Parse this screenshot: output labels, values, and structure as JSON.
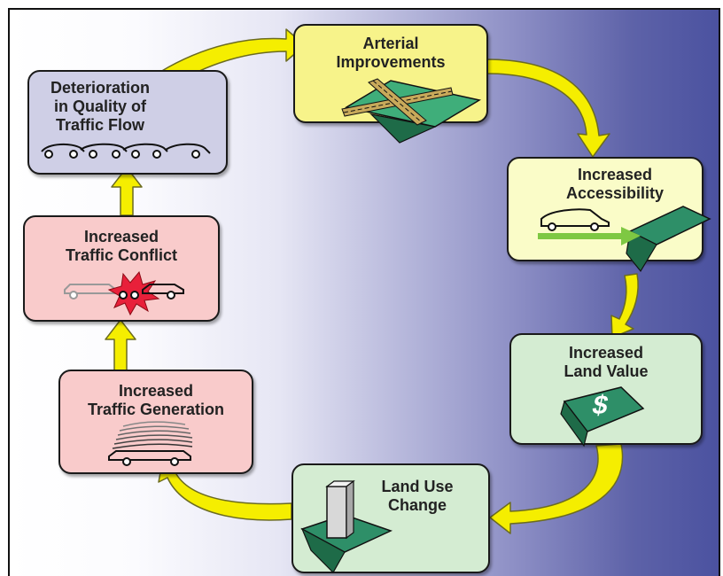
{
  "nodes": {
    "arterial": {
      "label1": "Arterial",
      "label2": "Improvements",
      "color": "#f7f38a"
    },
    "accessibility": {
      "label1": "Increased",
      "label2": "Accessibility",
      "color": "#fafcc8"
    },
    "land_value": {
      "label1": "Increased",
      "label2": "Land Value",
      "color": "#d4ecd2",
      "symbol": "$"
    },
    "land_use": {
      "label1": "Land Use",
      "label2": "Change",
      "color": "#d4ecd2"
    },
    "generation": {
      "label1": "Increased",
      "label2": "Traffic Generation",
      "color": "#f9cbcb"
    },
    "conflict": {
      "label1": "Increased",
      "label2": "Traffic Conflict",
      "color": "#f9cbcb"
    },
    "deterioration": {
      "label1": "Deterioration",
      "label2": "in Quality of",
      "label3": "Traffic Flow",
      "color": "#cfcfe6"
    }
  },
  "colors": {
    "arrow_fill": "#f5ee00",
    "arrow_stroke": "#6b6b20",
    "ramp_green": "#2e8f68",
    "ramp_dark": "#1e6b48",
    "accent_green": "#7ec843"
  },
  "icons": [
    "road-intersection-icon",
    "car-ramp-icon",
    "dollar-ramp-icon",
    "building-ramp-icon",
    "exhaust-car-icon",
    "crash-icon",
    "traffic-jam-icon"
  ]
}
